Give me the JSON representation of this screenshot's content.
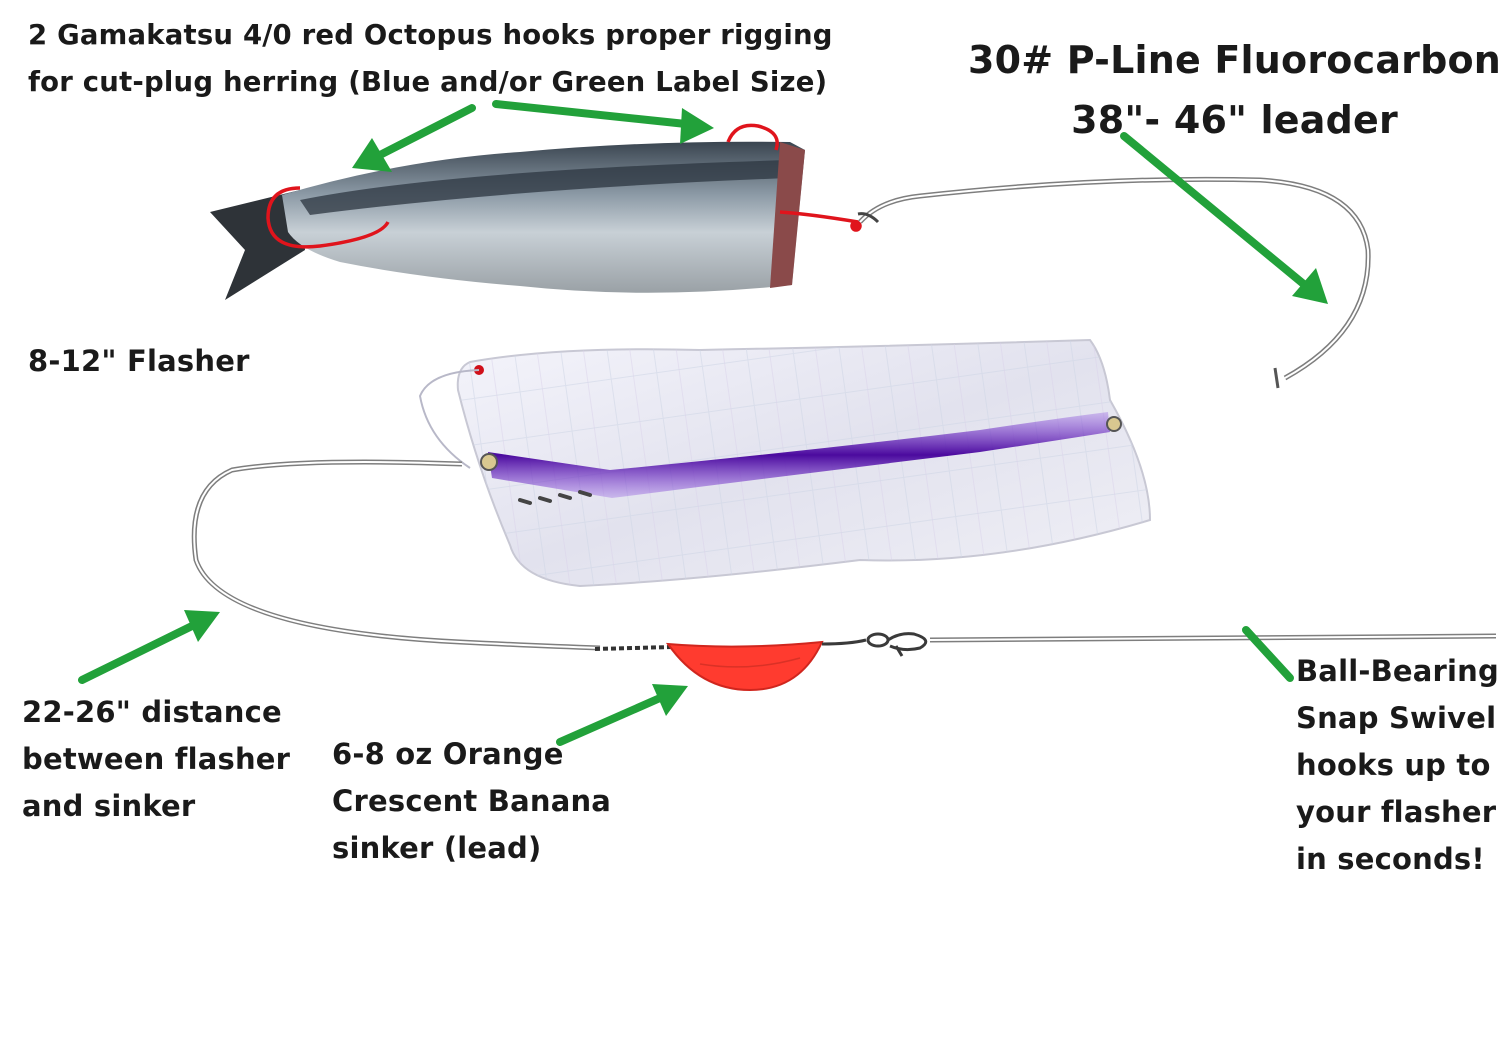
{
  "labels": {
    "hooks": [
      "2 Gamakatsu 4/0 red Octopus hooks proper rigging",
      "for cut-plug herring (Blue and/or Green Label Size)"
    ],
    "leader": [
      "30# P-Line Fluorocarbon",
      "38\"- 46\" leader"
    ],
    "flasher": [
      "8-12\" Flasher"
    ],
    "distance": [
      "22-26\" distance",
      "between flasher",
      "and sinker"
    ],
    "sinker": [
      "6-8 oz Orange",
      "Crescent Banana",
      "sinker (lead)"
    ],
    "swivel": [
      "Ball-Bearing",
      "Snap Swivel",
      "hooks up to",
      "your flasher",
      "in seconds!"
    ]
  },
  "colors": {
    "arrow": "#22a13a",
    "hook": "#e0141c",
    "sinker": "#ff3b2f",
    "flasher_stripe": "#5a0fb0",
    "line": "#9a9a9a"
  }
}
